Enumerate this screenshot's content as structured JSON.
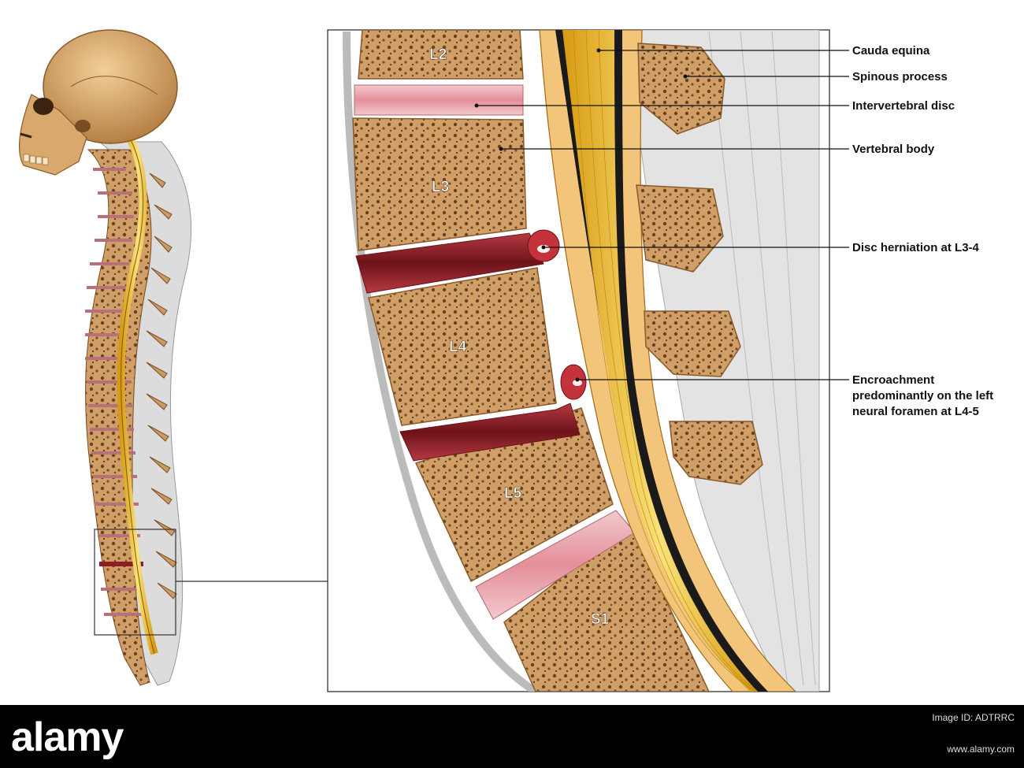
{
  "labels": {
    "cauda_equina": "Cauda equina",
    "spinous_process": "Spinous process",
    "intervertebral_disc": "Intervertebral disc",
    "vertebral_body": "Vertebral body",
    "disc_herniation": "Disc herniation at L3-4",
    "encroachment": [
      "Encroachment",
      "predominantly on the left",
      "neural foramen at L4-5"
    ]
  },
  "vertebrae": [
    "L2",
    "L3",
    "L4",
    "L5",
    "S1"
  ],
  "footer": {
    "brand": "alamy",
    "stock_id": "Image ID: ADTRRC",
    "website": "www.alamy.com"
  },
  "colors": {
    "bone": "#c99a62",
    "bone_dark": "#8a5a2b",
    "disc": "#e9a9b0",
    "herniation": "#8f1d24",
    "cord": "#f0c230",
    "ligament": "#d6d6d6",
    "skull": "#d9a86c"
  }
}
